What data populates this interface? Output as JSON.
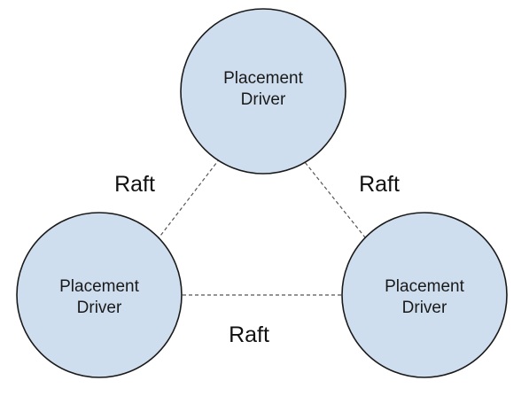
{
  "nodes": [
    {
      "id": "top",
      "line1": "Placement",
      "line2": "Driver"
    },
    {
      "id": "left",
      "line1": "Placement",
      "line2": "Driver"
    },
    {
      "id": "right",
      "line1": "Placement",
      "line2": "Driver"
    }
  ],
  "links": [
    {
      "from": "top",
      "to": "left",
      "label": "Raft"
    },
    {
      "from": "top",
      "to": "right",
      "label": "Raft"
    },
    {
      "from": "left",
      "to": "right",
      "label": "Raft"
    }
  ],
  "colors": {
    "node_fill": "#cfdeee",
    "node_stroke": "#1a1a1a",
    "link": "#555555"
  }
}
